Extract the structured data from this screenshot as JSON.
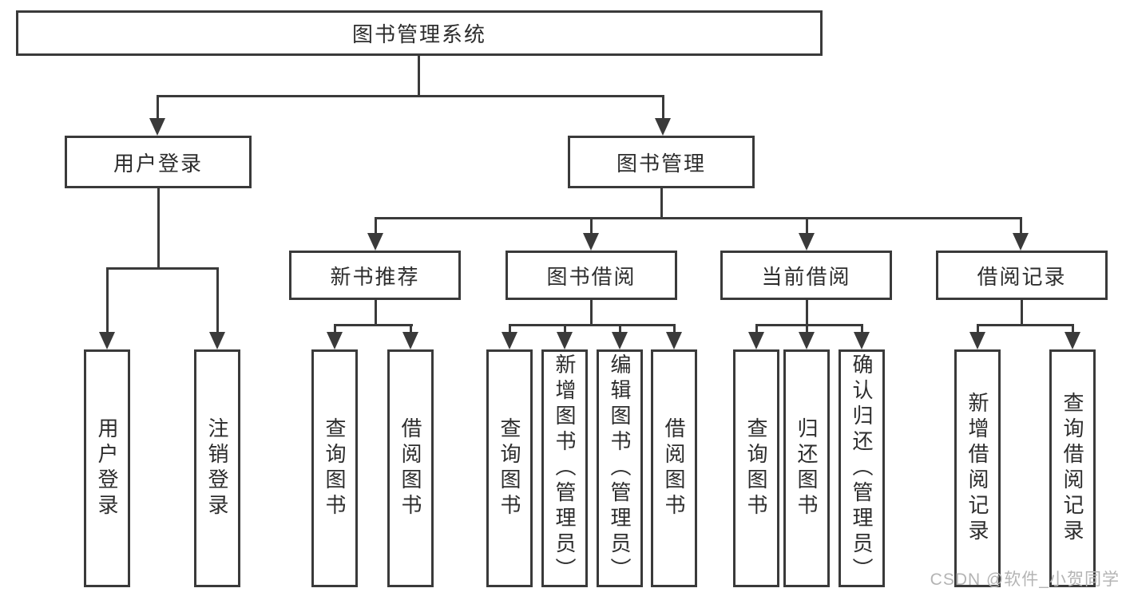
{
  "tree": {
    "label": "图书管理系统",
    "children": [
      {
        "label": "用户登录",
        "children": [
          {
            "label": "用户登录"
          },
          {
            "label": "注销登录"
          }
        ]
      },
      {
        "label": "图书管理",
        "children": [
          {
            "label": "新书推荐",
            "children": [
              {
                "label": "查询图书"
              },
              {
                "label": "借阅图书"
              }
            ]
          },
          {
            "label": "图书借阅",
            "children": [
              {
                "label": "查询图书"
              },
              {
                "label": "新增图书（管理员）"
              },
              {
                "label": "编辑图书（管理员）"
              },
              {
                "label": "借阅图书"
              }
            ]
          },
          {
            "label": "当前借阅",
            "children": [
              {
                "label": "查询图书"
              },
              {
                "label": "归还图书"
              },
              {
                "label": "确认归还（管理员）"
              }
            ]
          },
          {
            "label": "借阅记录",
            "children": [
              {
                "label": "新增借阅记录"
              },
              {
                "label": "查询借阅记录"
              }
            ]
          }
        ]
      }
    ]
  },
  "watermark": "CSDN @软件_小贺同学",
  "colors": {
    "line": "#3a3a3a",
    "text": "#2d2d2d",
    "watermark": "#b4b4b4",
    "background": "#ffffff"
  }
}
